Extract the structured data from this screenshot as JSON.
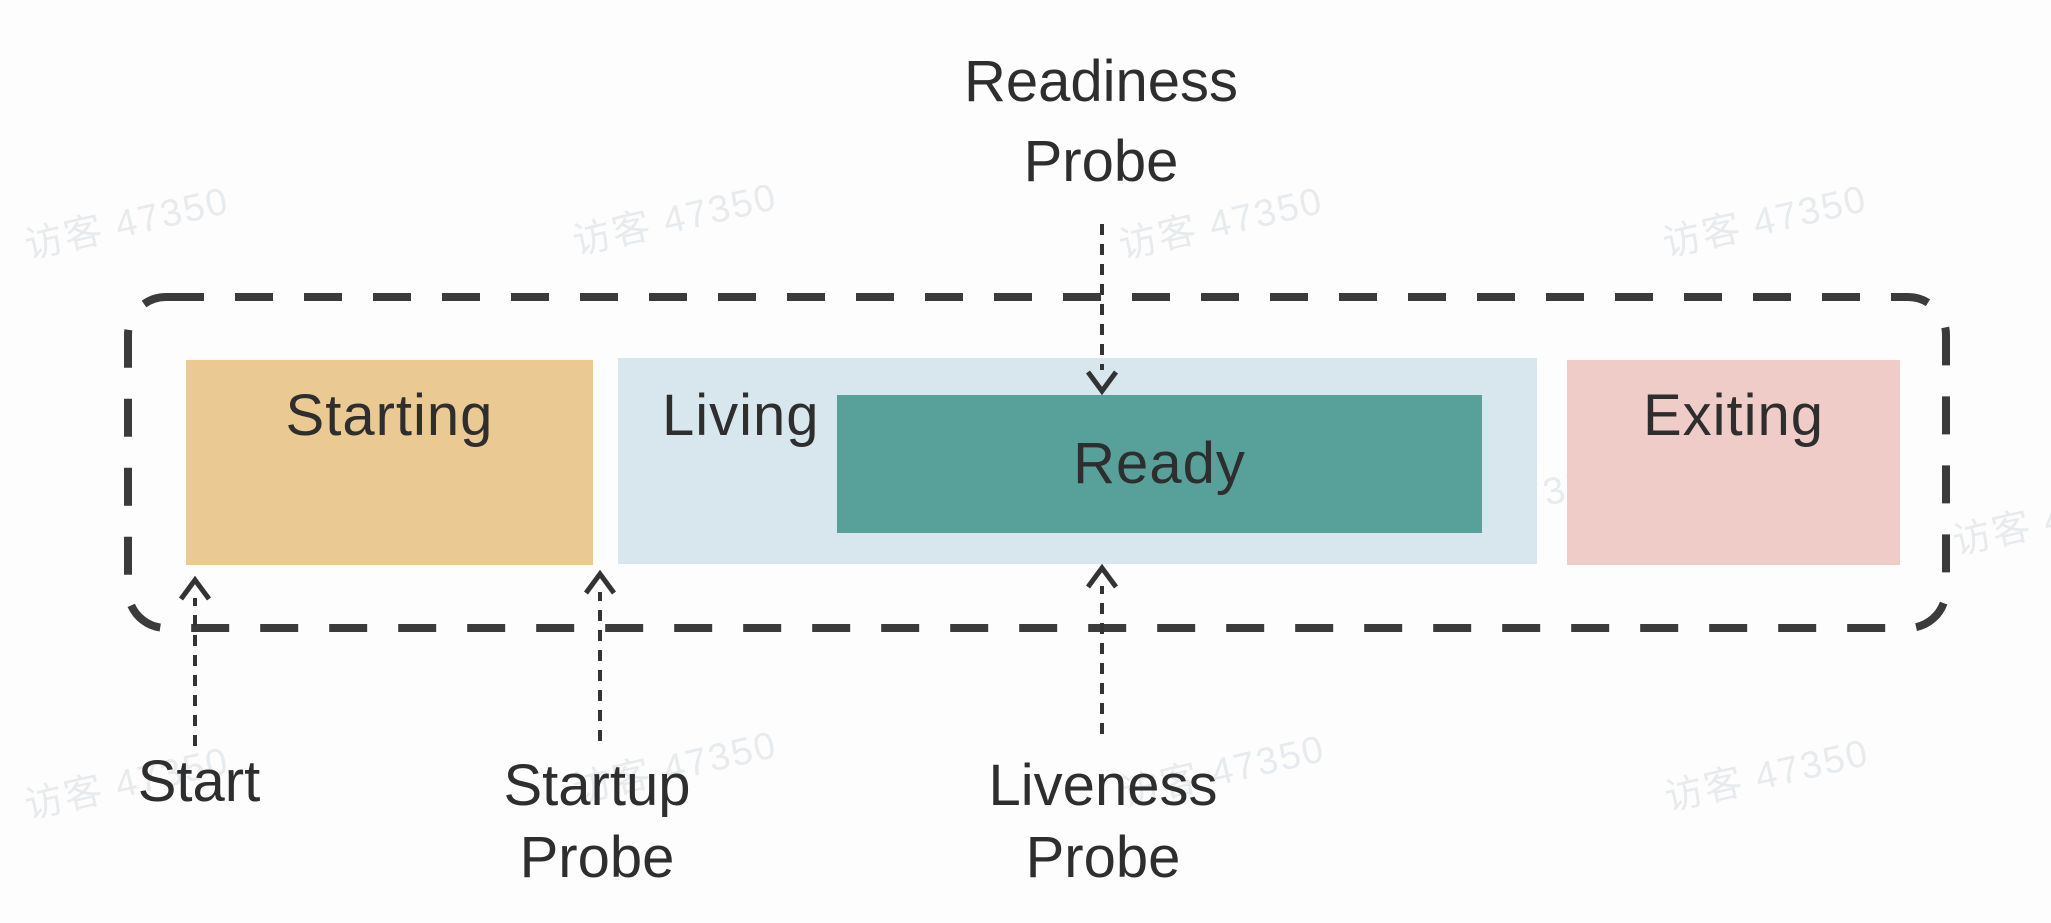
{
  "diagram": {
    "background": "#fdfdfd",
    "text_color": "#2e2e2e",
    "border_color": "#3b3b3b",
    "arrow_color": "#333333",
    "watermark": {
      "text": "访客 47350",
      "color": "rgba(205,212,219,0.45)"
    },
    "phases": [
      {
        "id": "starting",
        "label": "Starting",
        "color": "#eac993"
      },
      {
        "id": "living",
        "label": "Living",
        "color": "#d8e7ee"
      },
      {
        "id": "ready",
        "label": "Ready",
        "color": "#58a09a"
      },
      {
        "id": "exiting",
        "label": "Exiting",
        "color": "#efccc8"
      }
    ],
    "annotations": {
      "readiness_probe": {
        "line1": "Readiness",
        "line2": "Probe"
      },
      "startup_probe": {
        "line1": "Startup",
        "line2": "Probe"
      },
      "liveness_probe": {
        "line1": "Liveness",
        "line2": "Probe"
      },
      "start": {
        "label": "Start"
      }
    }
  }
}
